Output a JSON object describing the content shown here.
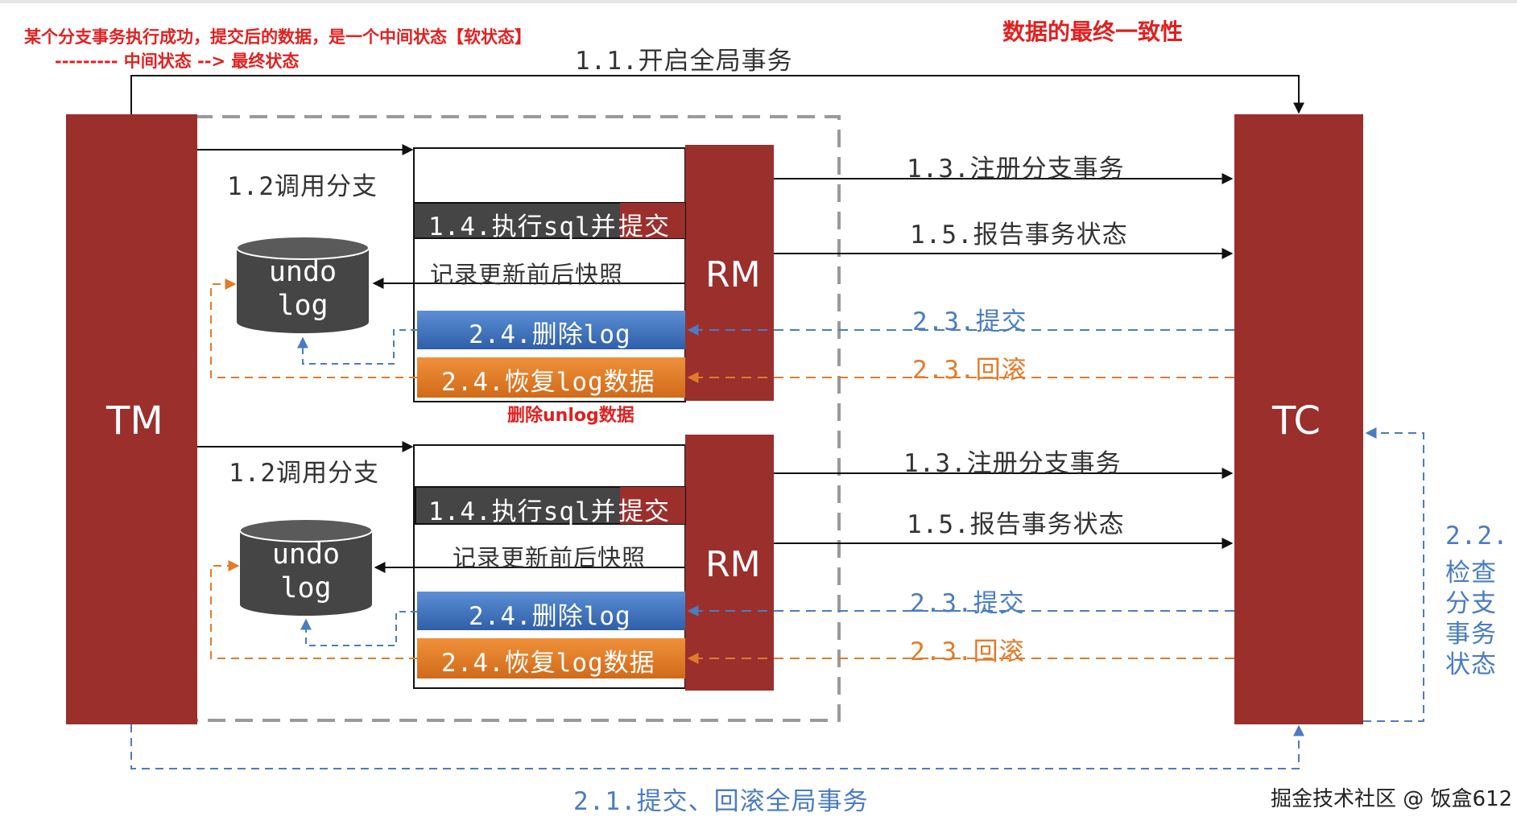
{
  "header": {
    "note_line1": "某个分支事务执行成功，提交后的数据，是一个中间状态【软状态】",
    "note_line2": "--------- 中间状态 --> 最终状态",
    "final_consistency": "数据的最终一致性",
    "open_global_tx": "1.1.开启全局事务"
  },
  "tm": {
    "label": "TM"
  },
  "tc": {
    "label": "TC"
  },
  "branches": [
    {
      "call_branch": "1.2调用分支",
      "exec_sql": "1.4.执行sql并",
      "exec_commit": "提交",
      "record_snapshot": "记录更新前后快照",
      "rm_label": "RM",
      "undo_line1": "undo",
      "undo_line2": "log",
      "delete_log": "2.4.删除log",
      "restore_log": "2.4.恢复log数据",
      "register_branch": "1.3.注册分支事务",
      "report_status": "1.5.报告事务状态",
      "commit": "2.3.提交",
      "rollback": "2.3.回滚"
    },
    {
      "call_branch": "1.2调用分支",
      "exec_sql": "1.4.执行sql并",
      "exec_commit": "提交",
      "record_snapshot": "记录更新前后快照",
      "rm_label": "RM",
      "undo_line1": "undo",
      "undo_line2": "log",
      "delete_log": "2.4.删除log",
      "restore_log": "2.4.恢复log数据",
      "register_branch": "1.3.注册分支事务",
      "report_status": "1.5.报告事务状态",
      "commit": "2.3.提交",
      "rollback": "2.3.回滚"
    }
  ],
  "delete_unlog_note": "删除unlog数据",
  "check_branch_status": [
    "2.2.",
    "检查",
    "分支",
    "事务",
    "状态"
  ],
  "commit_rollback_global": "2.1.提交、回滚全局事务",
  "watermark": "掘金技术社区 @ 饭盒612",
  "colors": {
    "dark_red": "#9b2f2c",
    "blue": "#4a7cc0",
    "orange": "#e07b2a",
    "red_text": "#e02020",
    "dark_gray": "#454545"
  }
}
